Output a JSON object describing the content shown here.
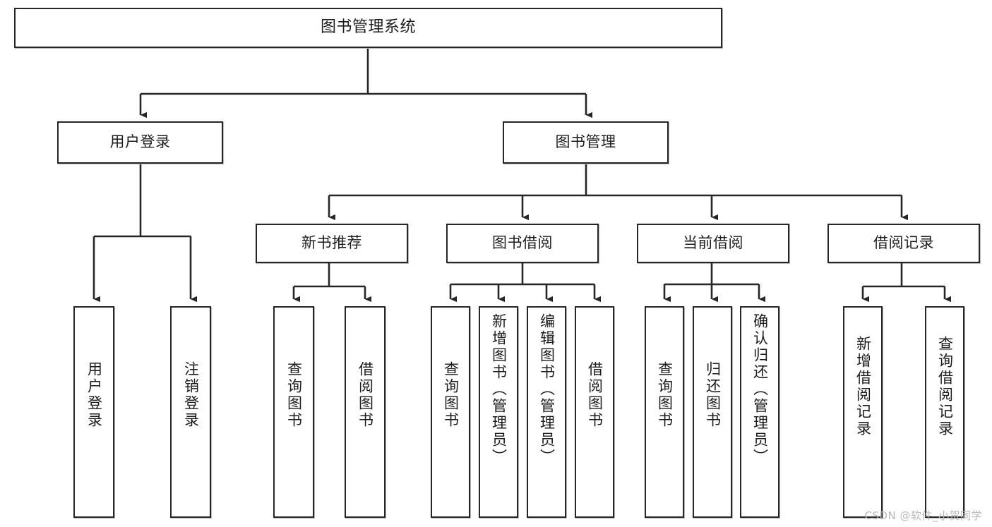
{
  "diagram": {
    "type": "tree",
    "title": "图书管理系统",
    "orientation": "top-down",
    "watermark": "CSDN @软件_小贺同学",
    "colors": {
      "box_border": "#262626",
      "box_fill": "#ffffff",
      "connector": "#262626",
      "text": "#1c1c1c",
      "watermark": "#b8b8b8",
      "background": "#ffffff"
    },
    "nodes": {
      "root": {
        "label": "图书管理系统",
        "level": 1,
        "orientation": "horizontal"
      },
      "level2": [
        {
          "id": "user-login",
          "label": "用户登录",
          "orientation": "horizontal"
        },
        {
          "id": "book-manage",
          "label": "图书管理",
          "orientation": "horizontal"
        }
      ],
      "level3": [
        {
          "id": "new-book-rec",
          "label": "新书推荐",
          "orientation": "horizontal"
        },
        {
          "id": "book-borrow",
          "label": "图书借阅",
          "orientation": "horizontal"
        },
        {
          "id": "current-borrow",
          "label": "当前借阅",
          "orientation": "horizontal"
        },
        {
          "id": "borrow-record",
          "label": "借阅记录",
          "orientation": "horizontal"
        }
      ],
      "leaves": [
        {
          "id": "leaf-user-login",
          "label": "用户登录",
          "parent": "user-login",
          "orientation": "vertical"
        },
        {
          "id": "leaf-user-logout",
          "label": "注销登录",
          "parent": "user-login",
          "orientation": "vertical"
        },
        {
          "id": "leaf-query-book-1",
          "label": "查询图书",
          "parent": "new-book-rec",
          "orientation": "vertical"
        },
        {
          "id": "leaf-borrow-book-1",
          "label": "借阅图书",
          "parent": "new-book-rec",
          "orientation": "vertical"
        },
        {
          "id": "leaf-query-book-2",
          "label": "查询图书",
          "parent": "book-borrow",
          "orientation": "vertical"
        },
        {
          "id": "leaf-add-book",
          "label": "新增图书（管理员）",
          "parent": "book-borrow",
          "orientation": "vertical"
        },
        {
          "id": "leaf-edit-book",
          "label": "编辑图书（管理员）",
          "parent": "book-borrow",
          "orientation": "vertical"
        },
        {
          "id": "leaf-borrow-book-2",
          "label": "借阅图书",
          "parent": "book-borrow",
          "orientation": "vertical"
        },
        {
          "id": "leaf-query-book-3",
          "label": "查询图书",
          "parent": "current-borrow",
          "orientation": "vertical"
        },
        {
          "id": "leaf-return-book",
          "label": "归还图书",
          "parent": "current-borrow",
          "orientation": "vertical"
        },
        {
          "id": "leaf-confirm-return",
          "label": "确认归还（管理员）",
          "parent": "current-borrow",
          "orientation": "vertical"
        },
        {
          "id": "leaf-add-record",
          "label": "新增借阅记录",
          "parent": "borrow-record",
          "orientation": "vertical"
        },
        {
          "id": "leaf-query-record",
          "label": "查询借阅记录",
          "parent": "borrow-record",
          "orientation": "vertical"
        }
      ]
    },
    "edges": [
      {
        "from": "root",
        "to": "user-login"
      },
      {
        "from": "root",
        "to": "book-manage"
      },
      {
        "from": "user-login",
        "to": "leaf-user-login"
      },
      {
        "from": "user-login",
        "to": "leaf-user-logout"
      },
      {
        "from": "book-manage",
        "to": "new-book-rec"
      },
      {
        "from": "book-manage",
        "to": "book-borrow"
      },
      {
        "from": "book-manage",
        "to": "current-borrow"
      },
      {
        "from": "book-manage",
        "to": "borrow-record"
      },
      {
        "from": "new-book-rec",
        "to": "leaf-query-book-1"
      },
      {
        "from": "new-book-rec",
        "to": "leaf-borrow-book-1"
      },
      {
        "from": "book-borrow",
        "to": "leaf-query-book-2"
      },
      {
        "from": "book-borrow",
        "to": "leaf-add-book"
      },
      {
        "from": "book-borrow",
        "to": "leaf-edit-book"
      },
      {
        "from": "book-borrow",
        "to": "leaf-borrow-book-2"
      },
      {
        "from": "current-borrow",
        "to": "leaf-query-book-3"
      },
      {
        "from": "current-borrow",
        "to": "leaf-return-book"
      },
      {
        "from": "current-borrow",
        "to": "leaf-confirm-return"
      },
      {
        "from": "borrow-record",
        "to": "leaf-add-record"
      },
      {
        "from": "borrow-record",
        "to": "leaf-query-record"
      }
    ]
  }
}
